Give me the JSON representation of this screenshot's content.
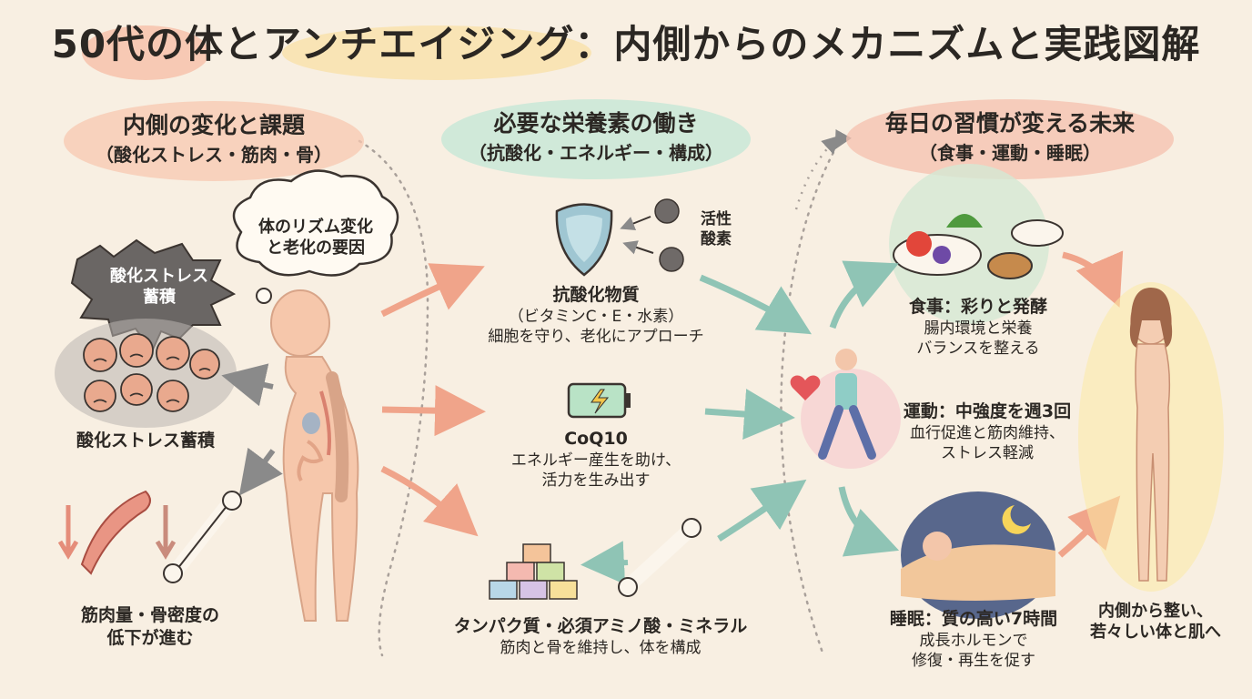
{
  "title": "50代の体とアンチエイジング：内側からのメカニズムと実践図解",
  "colors": {
    "background": "#f8efe2",
    "accent_orange": "#f4a88a",
    "accent_green": "#bfe0cf",
    "accent_pink": "#f6b7a6",
    "accent_yellow": "#f7dc86",
    "arrow_teal": "#8fc4b5"
  },
  "left": {
    "header_line1": "内側の変化と課題",
    "header_line2": "（酸化ストレス・筋肉・骨）",
    "thought_bubble": [
      "体のリズム変化",
      "と老化の要因"
    ],
    "stress_burst": [
      "酸化ストレス",
      "蓄積"
    ],
    "stress_caption": "酸化ストレス蓄積",
    "muscle_caption": [
      "筋肉量・骨密度の",
      "低下が進む"
    ]
  },
  "middle": {
    "header_line1": "必要な栄養素の働き",
    "header_line2": "（抗酸化・エネルギー・構成）",
    "active_oxygen": [
      "活性",
      "酸素"
    ],
    "antioxidant": [
      "抗酸化物質",
      "（ビタミンC・E・水素）",
      "細胞を守り、老化にアプローチ"
    ],
    "coq10": [
      "CoQ10",
      "エネルギー産生を助け、",
      "活力を生み出す"
    ],
    "protein": [
      "タンパク質・必須アミノ酸・ミネラル",
      "筋肉と骨を維持し、体を構成"
    ]
  },
  "right": {
    "header_line1": "毎日の習慣が変える未来",
    "header_line2": "（食事・運動・睡眠）",
    "diet": [
      "食事：彩りと発酵",
      "腸内環境と栄養",
      "バランスを整える"
    ],
    "exercise": [
      "運動：中強度を週3回",
      "血行促進と筋肉維持、",
      "ストレス軽減"
    ],
    "sleep": [
      "睡眠：質の高い7時間",
      "成長ホルモンで",
      "修復・再生を促す"
    ],
    "result": [
      "内側から整い、",
      "若々しい体と肌へ"
    ]
  },
  "icons": [
    "shield-icon",
    "battery-icon",
    "bone-icon",
    "blocks-icon",
    "body-figure-icon",
    "heart-icon",
    "moon-icon",
    "food-bowl-icon",
    "muscle-icon",
    "face-cells-icon"
  ]
}
